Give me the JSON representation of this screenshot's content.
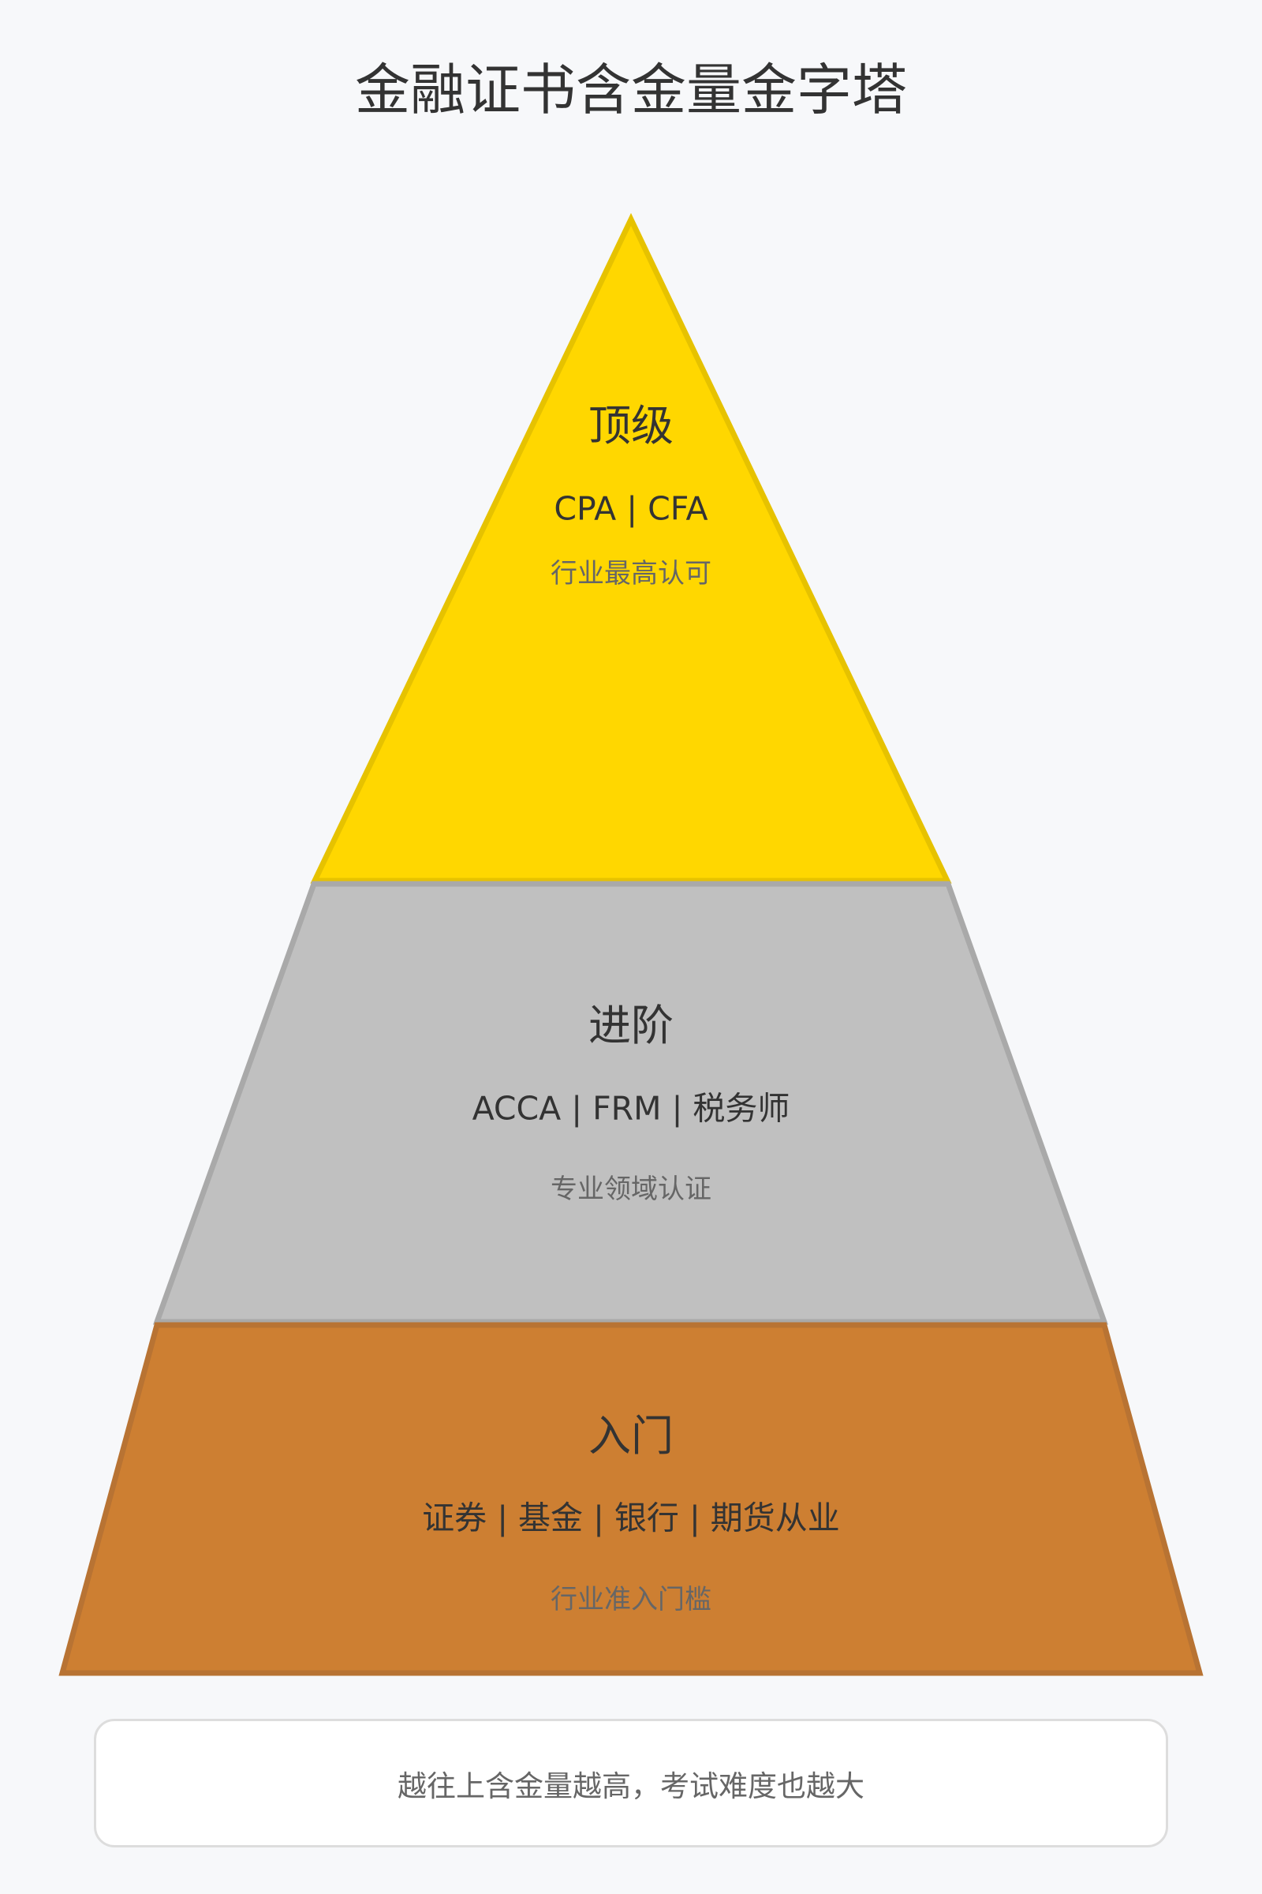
{
  "title": "金融证书含金量金字塔",
  "colors": {
    "background": "#F7F8FA",
    "top_fill": "#FFD700",
    "top_stroke": "#E6C200",
    "middle_fill": "#C0C0C0",
    "middle_stroke": "#A9A9A9",
    "bottom_fill": "#CD7F32",
    "bottom_stroke": "#B87333"
  },
  "tiers": [
    {
      "level": "顶级",
      "items": "CPA | CFA",
      "desc": "行业最高认可"
    },
    {
      "level": "进阶",
      "items": "ACCA | FRM | 税务师",
      "desc": "专业领域认证"
    },
    {
      "level": "入门",
      "items": "证券 | 基金 | 银行 | 期货从业",
      "desc": "行业准入门槛"
    }
  ],
  "note": "越往上含金量越高，考试难度也越大"
}
